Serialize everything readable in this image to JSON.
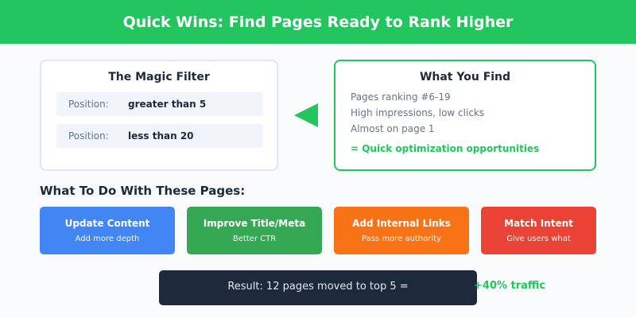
{
  "header": {
    "title": "Quick Wins: Find Pages Ready to Rank Higher"
  },
  "filter_card": {
    "title": "The Magic Filter",
    "rows": [
      {
        "label": "Position:",
        "value": "greater than 5"
      },
      {
        "label": "Position:",
        "value": "less than 20"
      }
    ]
  },
  "arrow": {
    "icon": "arrow-left-icon",
    "color": "#22c55e"
  },
  "find_card": {
    "title": "What You Find",
    "items": [
      "Pages ranking #6-19",
      "High impressions, low clicks",
      "Almost on page 1"
    ],
    "summary": "= Quick optimization opportunities"
  },
  "actions_section": {
    "title": "What To Do With These Pages:",
    "actions": [
      {
        "title": "Update Content",
        "subtitle": "Add more depth",
        "color": "#4285f4"
      },
      {
        "title": "Improve Title/Meta",
        "subtitle": "Better CTR",
        "color": "#34a853"
      },
      {
        "title": "Add Internal Links",
        "subtitle": "Pass more authority",
        "color": "#f97316"
      },
      {
        "title": "Match Intent",
        "subtitle": "Give users what",
        "color": "#ea4335"
      }
    ]
  },
  "result": {
    "text": "Result: 12 pages moved to top 5 =",
    "highlight": "+40% traffic"
  },
  "colors": {
    "brand_green": "#22c55e",
    "dark": "#1e293b",
    "muted": "#64748b",
    "background": "#f8fafc"
  }
}
